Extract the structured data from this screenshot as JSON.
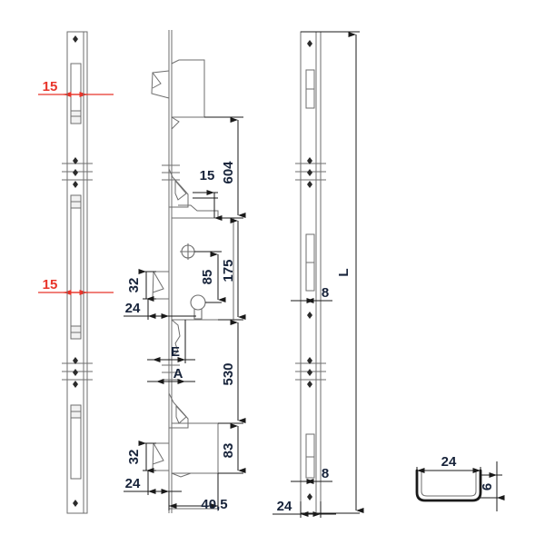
{
  "drawing": {
    "type": "technical-engineering-drawing",
    "subject": "multipoint-lock-espagnolette-faceplate",
    "background_color": "#ffffff",
    "line_color": "#6e6e6e",
    "dimension_line_color": "#1a1a1a",
    "dimension_text_color": "#17233a",
    "highlight_text_color": "#e8342a",
    "units": "mm"
  },
  "views": [
    {
      "id": "front-view",
      "name": "Front view (faceplate)",
      "position": "left"
    },
    {
      "id": "side-view",
      "name": "Side view (lock case and hooks)",
      "position": "center"
    },
    {
      "id": "back-view",
      "name": "Back view (faceplate with keeps)",
      "position": "right"
    },
    {
      "id": "section-view",
      "name": "Profile cross section",
      "position": "bottom-right"
    }
  ],
  "dimensions": {
    "front_view": [
      {
        "id": "fv-15-top",
        "label": "15",
        "color": "red"
      },
      {
        "id": "fv-15-bottom",
        "label": "15",
        "color": "red"
      }
    ],
    "side_view": [
      {
        "id": "sv-604",
        "label": "604",
        "orientation": "vertical"
      },
      {
        "id": "sv-15",
        "label": "15",
        "orientation": "vertical"
      },
      {
        "id": "sv-175",
        "label": "175",
        "orientation": "vertical"
      },
      {
        "id": "sv-85",
        "label": "85",
        "orientation": "vertical"
      },
      {
        "id": "sv-530",
        "label": "530",
        "orientation": "vertical"
      },
      {
        "id": "sv-83",
        "label": "83",
        "orientation": "vertical"
      },
      {
        "id": "sv-32-top",
        "label": "32",
        "orientation": "vertical"
      },
      {
        "id": "sv-32-bottom",
        "label": "32",
        "orientation": "vertical"
      },
      {
        "id": "sv-24-top",
        "label": "24",
        "orientation": "horizontal"
      },
      {
        "id": "sv-24-bottom",
        "label": "24",
        "orientation": "horizontal"
      },
      {
        "id": "sv-405",
        "label": "40,5",
        "orientation": "horizontal"
      },
      {
        "id": "sv-E",
        "label": "E",
        "orientation": "horizontal"
      },
      {
        "id": "sv-A",
        "label": "A",
        "orientation": "horizontal"
      }
    ],
    "back_view": [
      {
        "id": "bv-L",
        "label": "L",
        "orientation": "vertical"
      },
      {
        "id": "bv-8-top",
        "label": "8",
        "orientation": "vertical"
      },
      {
        "id": "bv-8-bottom",
        "label": "8",
        "orientation": "vertical"
      },
      {
        "id": "bv-24",
        "label": "24",
        "orientation": "horizontal"
      }
    ],
    "section_view": [
      {
        "id": "sec-24",
        "label": "24",
        "orientation": "horizontal"
      },
      {
        "id": "sec-6",
        "label": "6",
        "orientation": "vertical"
      }
    ]
  },
  "features": {
    "front_view": {
      "screw_holes": 3,
      "slots": 4,
      "break_marks": 2
    },
    "side_view": {
      "hook_bolts": 3,
      "spindle_hole": true,
      "cylinder_keyhole": true,
      "latch_bolt": true,
      "break_marks": 2
    },
    "back_view": {
      "keep_slots": 2,
      "screw_holes": 3,
      "break_marks": 2
    },
    "section_view": {
      "profile": "u-channel"
    }
  }
}
